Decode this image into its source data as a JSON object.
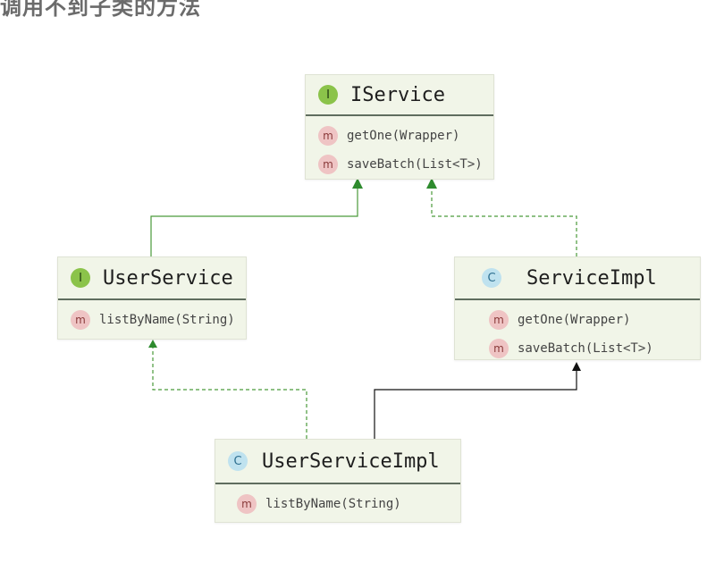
{
  "page": {
    "title": "调用不到子类的方法"
  },
  "diagram": {
    "nodes": [
      {
        "id": "iservice",
        "kind_badge": "I",
        "name": "IService",
        "methods": [
          "getOne(Wrapper)",
          "saveBatch(List<T>)"
        ]
      },
      {
        "id": "userservice",
        "kind_badge": "I",
        "name": "UserService",
        "methods": [
          "listByName(String)"
        ]
      },
      {
        "id": "serviceimpl",
        "kind_badge": "C",
        "name": "ServiceImpl",
        "methods": [
          "getOne(Wrapper)",
          "saveBatch(List<T>)"
        ]
      },
      {
        "id": "userserviceimpl",
        "kind_badge": "C",
        "name": "UserServiceImpl",
        "methods": [
          "listByName(String)"
        ]
      }
    ],
    "method_badge": "m",
    "edges": [
      {
        "from": "userservice",
        "to": "iservice",
        "type": "extends",
        "style": "solid",
        "color": "#4a9a3a"
      },
      {
        "from": "serviceimpl",
        "to": "iservice",
        "type": "implements",
        "style": "dashed",
        "color": "#4a9a3a"
      },
      {
        "from": "userserviceimpl",
        "to": "userservice",
        "type": "implements",
        "style": "dashed",
        "color": "#4a9a3a"
      },
      {
        "from": "userserviceimpl",
        "to": "serviceimpl",
        "type": "extends",
        "style": "solid",
        "color": "#000000"
      }
    ],
    "colors": {
      "box_background": "#f1f5e8",
      "interface_badge": "#8bc34a",
      "class_badge": "#bfe2ef",
      "method_badge": "#efc4c4"
    }
  }
}
